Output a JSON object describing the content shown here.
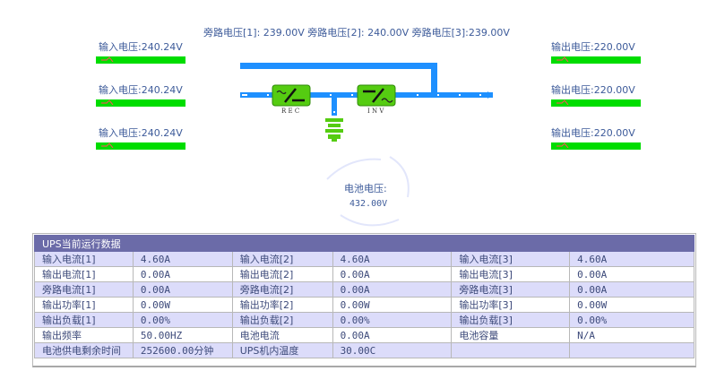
{
  "bypass": {
    "text": "旁路电压[1]: 239.00V 旁路电压[2]: 240.00V 旁路电压[3]:239.00V"
  },
  "inputs": [
    {
      "label": "输入电压:240.24V"
    },
    {
      "label": "输入电压:240.24V"
    },
    {
      "label": "输入电压:240.24V"
    }
  ],
  "outputs": [
    {
      "label": "输出电压:220.00V"
    },
    {
      "label": "输出电压:220.00V"
    },
    {
      "label": "输出电压:220.00V"
    }
  ],
  "diagram": {
    "rec_label": "R E C",
    "inv_label": "I N V",
    "colors": {
      "line": "#1e90ff",
      "module": "#55cc11",
      "bar": "#00dd00",
      "wave": "#e06050"
    }
  },
  "battery": {
    "label": "电池电压:",
    "value": "432.00V"
  },
  "table": {
    "title": "UPS当前运行数据",
    "rows": [
      [
        "输入电流[1]",
        "4.60A",
        "输入电流[2]",
        "4.60A",
        "输入电流[3]",
        "4.60A"
      ],
      [
        "输出电流[1]",
        "0.00A",
        "输出电流[2]",
        "0.00A",
        "输出电流[3]",
        "0.00A"
      ],
      [
        "旁路电流[1]",
        "0.00A",
        "旁路电流[2]",
        "0.00A",
        "旁路电流[3]",
        "0.00A"
      ],
      [
        "输出功率[1]",
        "0.00W",
        "输出功率[2]",
        "0.00W",
        "输出功率[3]",
        "0.00W"
      ],
      [
        "输出负载[1]",
        "0.00%",
        "输出负载[2]",
        "0.00%",
        "输出负载[3]",
        "0.00%"
      ],
      [
        "输出频率",
        "50.00HZ",
        "电池电流",
        "0.00A",
        "电池容量",
        "N/A"
      ],
      [
        "电池供电剩余时间",
        "252600.00分钟",
        "UPS机内温度",
        "30.00C",
        "",
        ""
      ]
    ]
  }
}
